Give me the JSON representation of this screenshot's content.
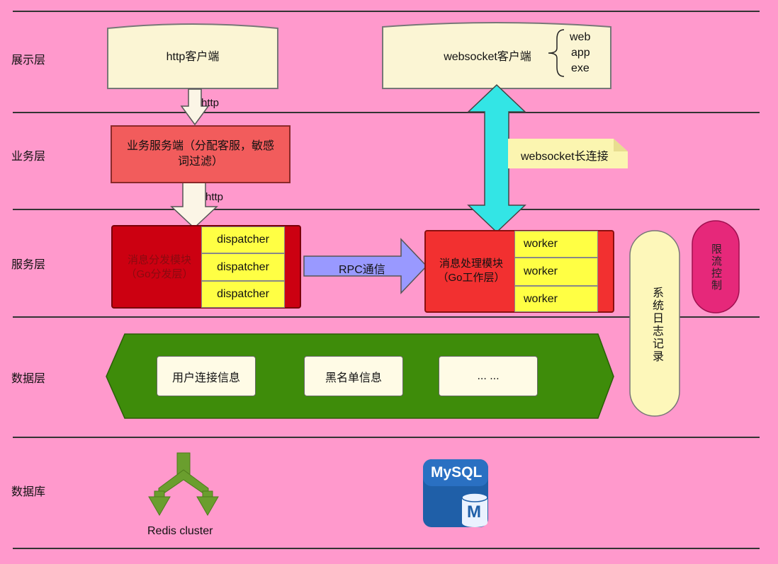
{
  "layers": [
    "展示层",
    "业务层",
    "服务层",
    "数据层",
    "数据库"
  ],
  "http_client": "http客户端",
  "ws_client": "websocket客户端",
  "ws_platforms": [
    "web",
    "app",
    "exe"
  ],
  "http_label_1": "http",
  "http_label_2": "http",
  "business_server": "业务服务端（分配客服，敏感词过滤）",
  "ws_long_conn": "websocket长连接",
  "dispatch_module": "消息分发模块（Go分发层）",
  "dispatchers": [
    "dispatcher",
    "dispatcher",
    "dispatcher"
  ],
  "rpc": "RPC通信",
  "process_module": "消息处理模块（Go工作层）",
  "workers": [
    "worker",
    "worker",
    "worker"
  ],
  "data_items": [
    "用户连接信息",
    "黑名单信息",
    "... ..."
  ],
  "log": "系统日志记录",
  "rate_limit": "限流控制",
  "redis": "Redis cluster",
  "mysql_logo_text": "MySQL",
  "mysql_logo_m": "M",
  "colors": {
    "background": "#ff99cc",
    "client": "#fbf5d4",
    "business": "#f25c5c",
    "dispatch": "#cc0011",
    "process": "#f23030",
    "cell": "#ffff44",
    "data_layer": "#3e8c0a",
    "rpc_arrow": "#9999ff",
    "ws_arrow": "#33e5e5",
    "rate_limit": "#e6287a",
    "log": "#fdf7ba",
    "redis": "#6a9e2e",
    "mysql": "#1f5fa8"
  }
}
